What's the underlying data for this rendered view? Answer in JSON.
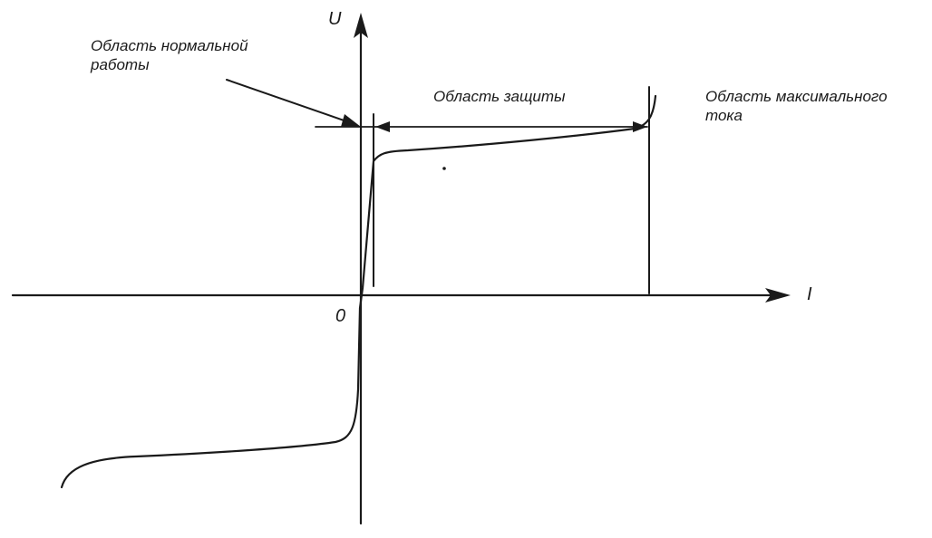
{
  "diagram": {
    "axis_u_label": "U",
    "axis_i_label": "I",
    "origin_label": "0",
    "normal_region_line1": "Область нормальной",
    "normal_region_line2": "работы",
    "protection_region": "Область защиты",
    "max_current_line1": "Область максимального",
    "max_current_line2": "тока"
  },
  "colors": {
    "ink": "#1a1a1a",
    "background": "#ffffff"
  }
}
